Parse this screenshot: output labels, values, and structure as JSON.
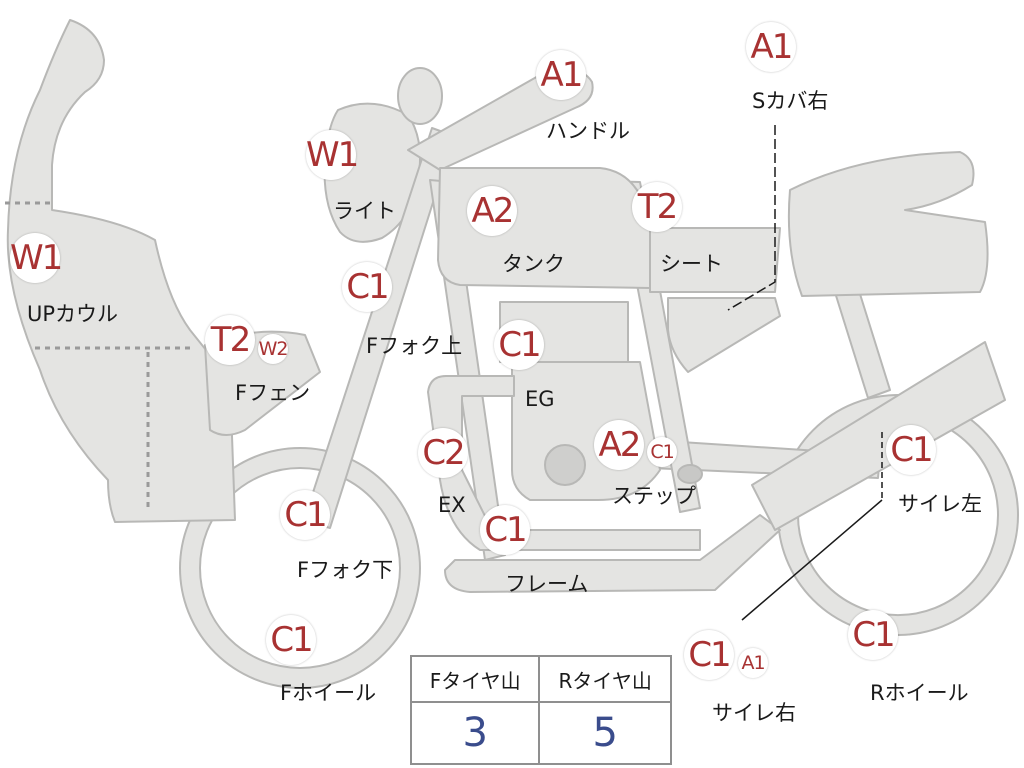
{
  "colors": {
    "part_fill": "#e4e4e2",
    "part_stroke": "#b8b8b6",
    "grade_text": "#a83232",
    "label_text": "#1a1a1a",
    "tread_value": "#3a4c8c",
    "divider": "#9a9a9a"
  },
  "parts": [
    {
      "id": "s-cover-right",
      "grade": "A1",
      "label": "Sカバ右"
    },
    {
      "id": "handle",
      "grade": "A1",
      "label": "ハンドル"
    },
    {
      "id": "light",
      "grade": "W1",
      "label": "ライト"
    },
    {
      "id": "tank",
      "grade": "A2",
      "label": "タンク"
    },
    {
      "id": "seat",
      "grade": "T2",
      "label": "シート"
    },
    {
      "id": "upper-cowl",
      "grade": "W1",
      "label": "UPカウル"
    },
    {
      "id": "fork-upper",
      "grade": "C1",
      "label": "Fフォク上"
    },
    {
      "id": "front-fender",
      "grade": "T2",
      "grade2": "W2",
      "label": "Fフェン"
    },
    {
      "id": "engine",
      "grade": "C1",
      "label": "EG"
    },
    {
      "id": "exhaust",
      "grade": "C2",
      "label": "EX"
    },
    {
      "id": "step",
      "grade": "A2",
      "grade2": "C1",
      "label": "ステップ"
    },
    {
      "id": "muffler-left",
      "grade": "C1",
      "label": "サイレ左"
    },
    {
      "id": "fork-lower",
      "grade": "C1",
      "label": "Fフォク下"
    },
    {
      "id": "frame",
      "grade": "C1",
      "label": "フレーム"
    },
    {
      "id": "front-wheel",
      "grade": "C1",
      "label": "Fホイール"
    },
    {
      "id": "muffler-right",
      "grade": "C1",
      "grade2": "A1",
      "label": "サイレ右"
    },
    {
      "id": "rear-wheel",
      "grade": "C1",
      "label": "Rホイール"
    }
  ],
  "tread": {
    "front_label": "Fタイヤ山",
    "rear_label": "Rタイヤ山",
    "front_value": "3",
    "rear_value": "5"
  }
}
